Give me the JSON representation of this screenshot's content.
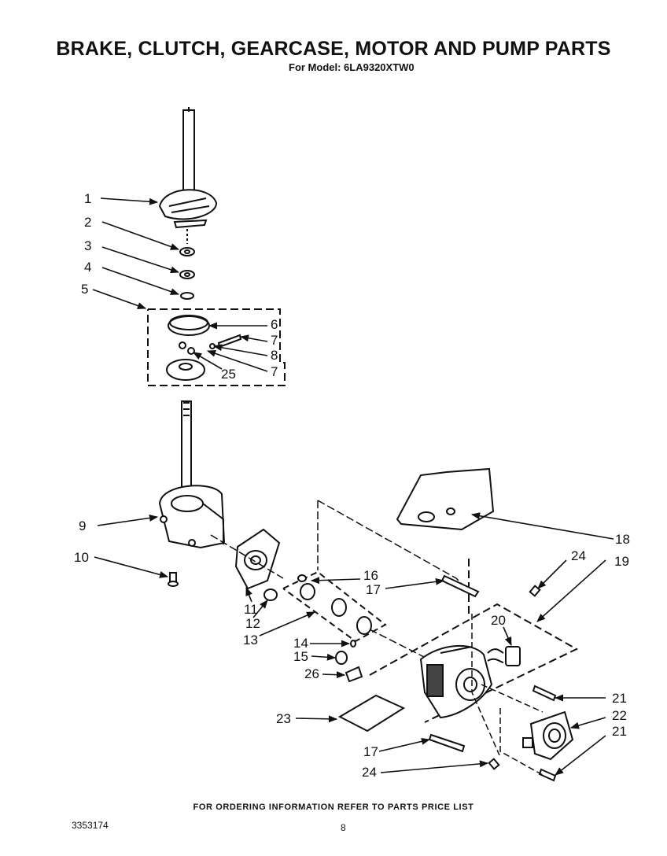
{
  "header": {
    "title": "BRAKE, CLUTCH, GEARCASE, MOTOR AND  PUMP PARTS",
    "model_line": "For Model: 6LA9320XTW0"
  },
  "footer": {
    "ordering_note": "FOR ORDERING INFORMATION REFER TO PARTS PRICE LIST",
    "document_number": "3353174",
    "page_number": "8"
  },
  "callouts": {
    "c1": "1",
    "c2": "2",
    "c3": "3",
    "c4": "4",
    "c5": "5",
    "c6": "6",
    "c7a": "7",
    "c8": "8",
    "c7b": "7",
    "c25": "25",
    "c9": "9",
    "c10": "10",
    "c11": "11",
    "c12": "12",
    "c13": "13",
    "c14": "14",
    "c15": "15",
    "c16": "16",
    "c17a": "17",
    "c18": "18",
    "c19": "19",
    "c20": "20",
    "c21a": "21",
    "c22": "22",
    "c21b": "21",
    "c23": "23",
    "c24a": "24",
    "c24b": "24",
    "c26": "26",
    "c17b": "17"
  }
}
